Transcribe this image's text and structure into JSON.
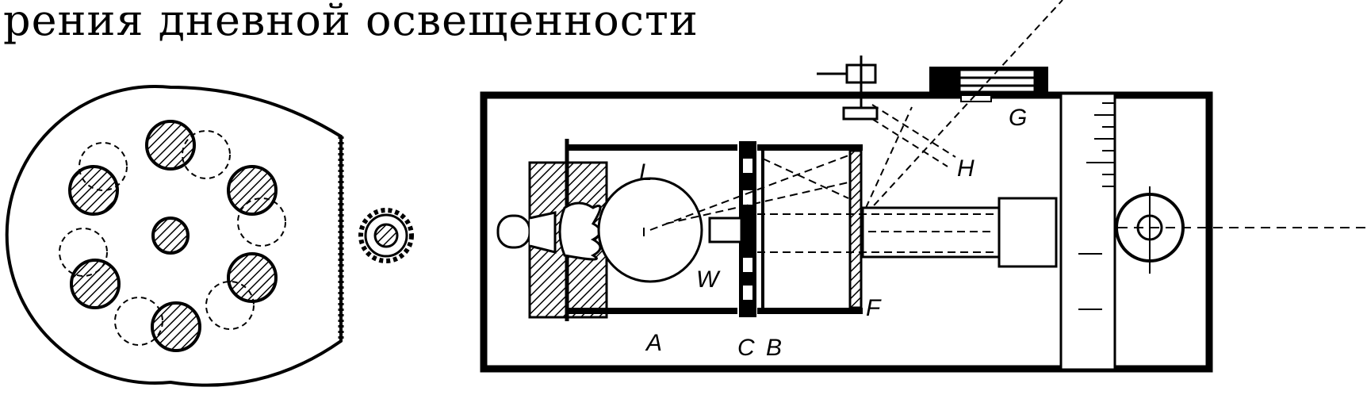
{
  "heading": "рения дневной освещенности",
  "figure": {
    "labels": {
      "L": "L",
      "H": "H",
      "G": "G",
      "W": "W",
      "F": "F",
      "A": "A",
      "C": "C",
      "B": "B"
    }
  }
}
